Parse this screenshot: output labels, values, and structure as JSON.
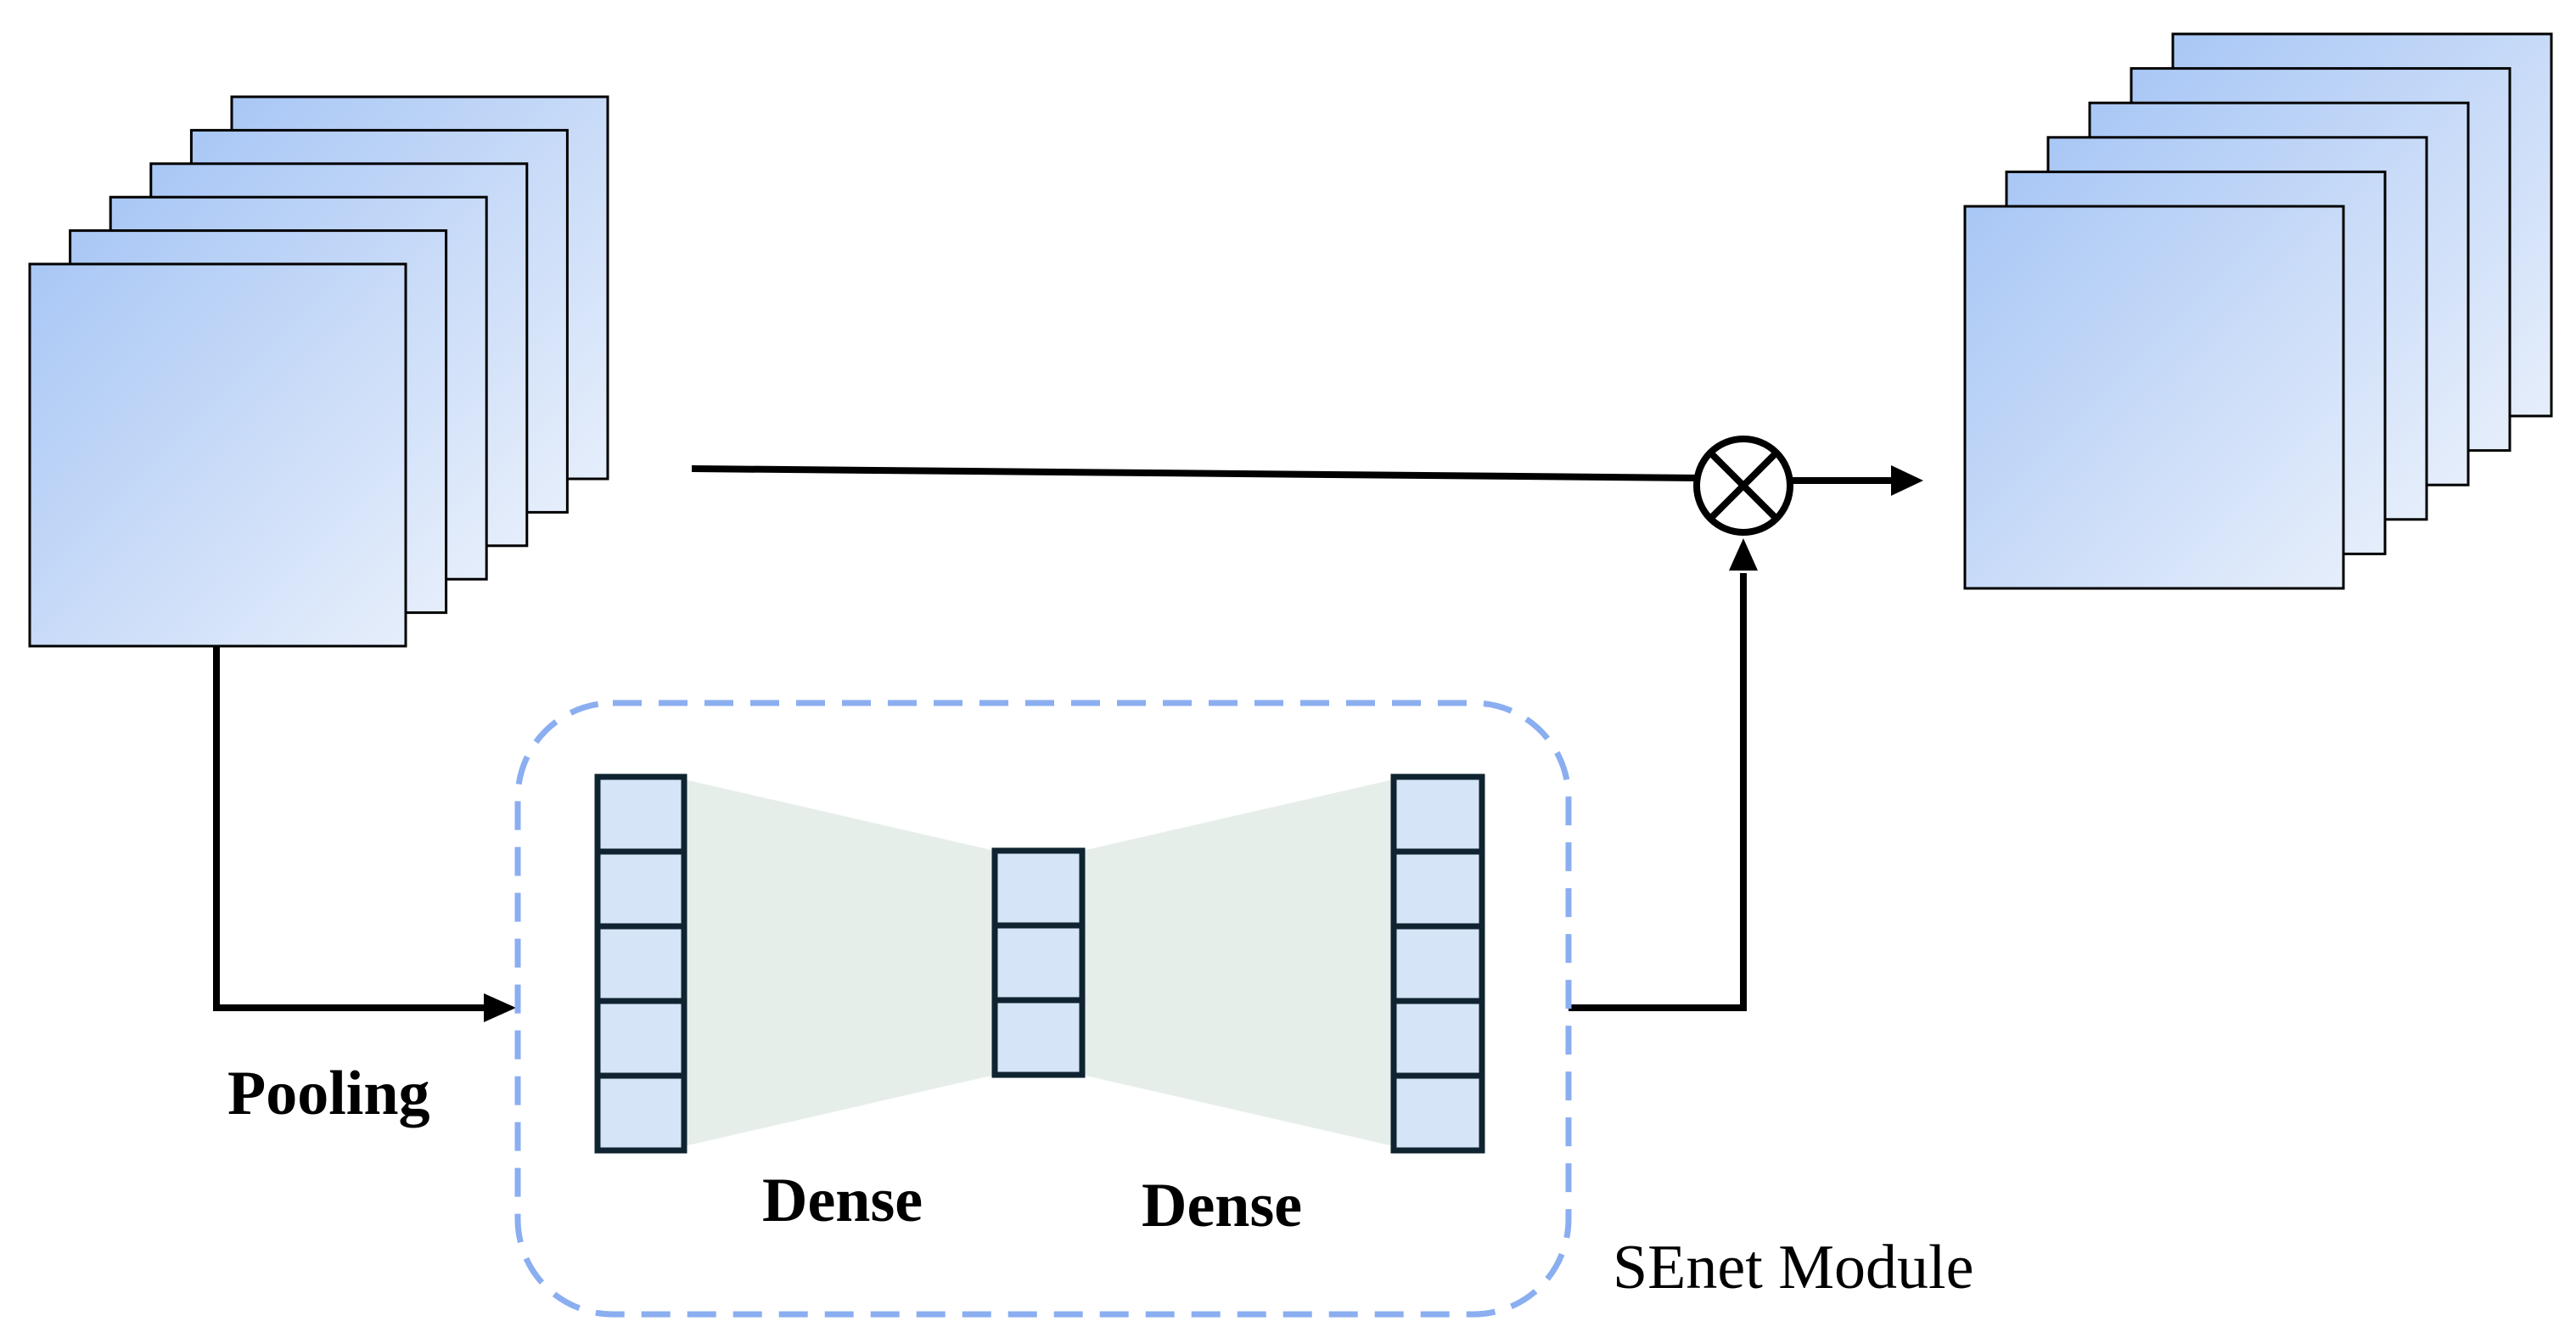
{
  "labels": {
    "pooling": "Pooling",
    "dense_left": "Dense",
    "dense_right": "Dense",
    "module": "SEnet Module"
  },
  "icons": {
    "operator": "multiply-circle-icon"
  },
  "colors": {
    "map_light": "#e6eefb",
    "map_blue": "#a9c7f5",
    "cell_fill": "#d6e4f8",
    "cell_stroke": "#0f2430",
    "funnel": "#e6eeea",
    "dashed_border": "#8aaef0",
    "line": "#000000"
  },
  "stacks": {
    "input_layers": 6,
    "output_layers": 6
  },
  "columns": {
    "left_cells": 5,
    "middle_cells": 3,
    "right_cells": 5
  }
}
